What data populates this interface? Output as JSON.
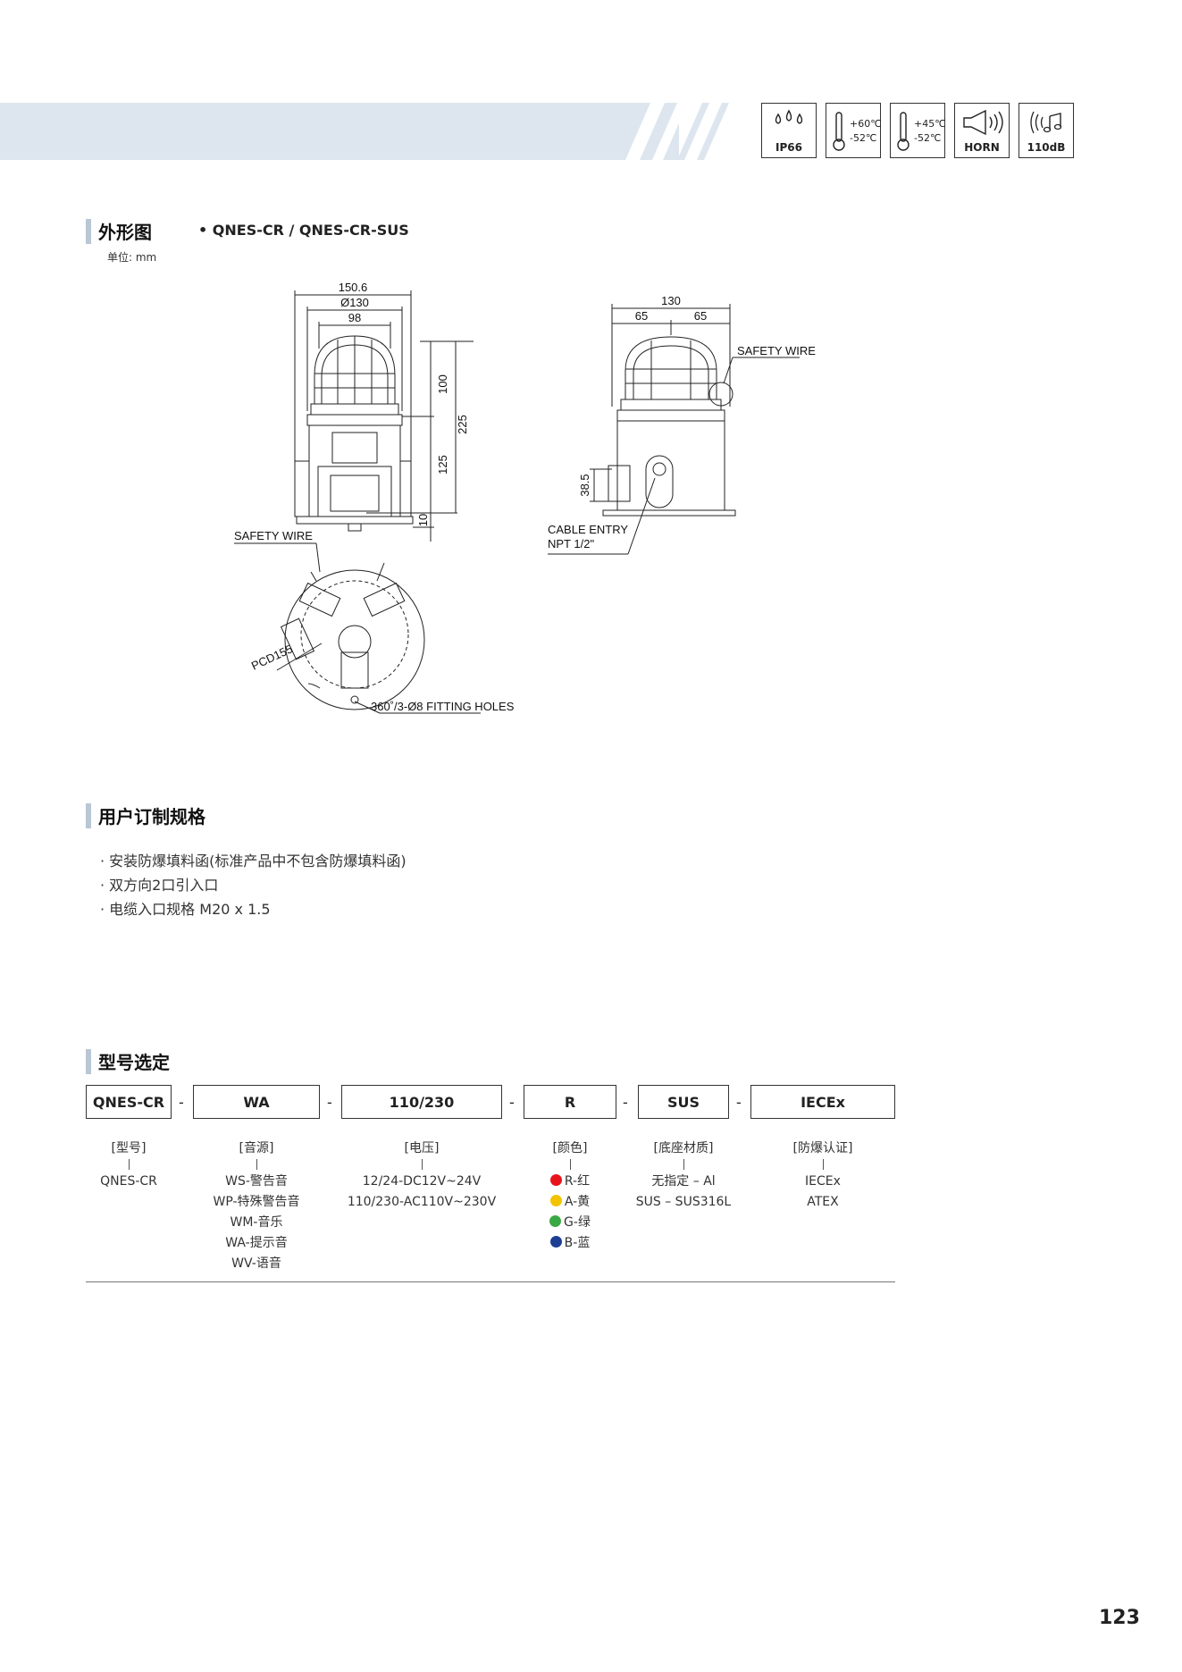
{
  "badges": [
    {
      "icon": "water-drops-icon",
      "label": "IP66"
    },
    {
      "icon": "thermometer-icon",
      "line1": "+60℃",
      "line2": "-52℃"
    },
    {
      "icon": "thermometer-icon",
      "line1": "+45℃",
      "line2": "-52℃"
    },
    {
      "icon": "horn-icon",
      "label": "HORN"
    },
    {
      "icon": "sound-note-icon",
      "label": "110dB"
    }
  ],
  "dimensions": {
    "title": "外形图",
    "model": "• QNES-CR / QNES-CR-SUS",
    "unit": "单位: mm",
    "front": {
      "w1": "150.6",
      "w2": "Ø130",
      "w3": "98",
      "h100": "100",
      "h225": "225",
      "h125": "125",
      "h10": "10"
    },
    "side": {
      "w130": "130",
      "w65a": "65",
      "w65b": "65",
      "h38": "38.5",
      "safety_wire": "SAFETY WIRE",
      "cable_entry_1": "CABLE ENTRY",
      "cable_entry_2": "NPT 1/2\""
    },
    "bottom": {
      "safety_wire": "SAFETY WIRE",
      "pcd": "PCD155",
      "holes": "360˚/3-Ø8 FITTING HOLES"
    }
  },
  "custom": {
    "title": "用户订制规格",
    "items": [
      "安装防爆填料函(标准产品中不包含防爆填料函)",
      "双方向2口引入口",
      "电缆入口规格 M20 x 1.5"
    ]
  },
  "selection": {
    "title": "型号选定",
    "boxes": [
      "QNES-CR",
      "WA",
      "110/230",
      "R",
      "SUS",
      "IECEx"
    ],
    "dash": "-",
    "columns": [
      {
        "header": "[型号]",
        "values": [
          "QNES-CR"
        ]
      },
      {
        "header": "[音源]",
        "values": [
          "WS-警告音",
          "WP-特殊警告音",
          "WM-音乐",
          "WA-提示音",
          "WV-语音"
        ]
      },
      {
        "header": "[电压]",
        "values": [
          "12/24-DC12V~24V",
          "110/230-AC110V~230V"
        ]
      },
      {
        "header": "[颜色]",
        "values": [
          "R-红",
          "A-黄",
          "G-绿",
          "B-蓝"
        ],
        "colors": [
          "#e8141b",
          "#f3c300",
          "#3aa843",
          "#1c3f94"
        ]
      },
      {
        "header": "[底座材质]",
        "values": [
          "无指定 – Al",
          "SUS – SUS316L"
        ]
      },
      {
        "header": "[防爆认证]",
        "values": [
          "IECEx",
          "ATEX"
        ]
      }
    ]
  },
  "page_number": "123"
}
